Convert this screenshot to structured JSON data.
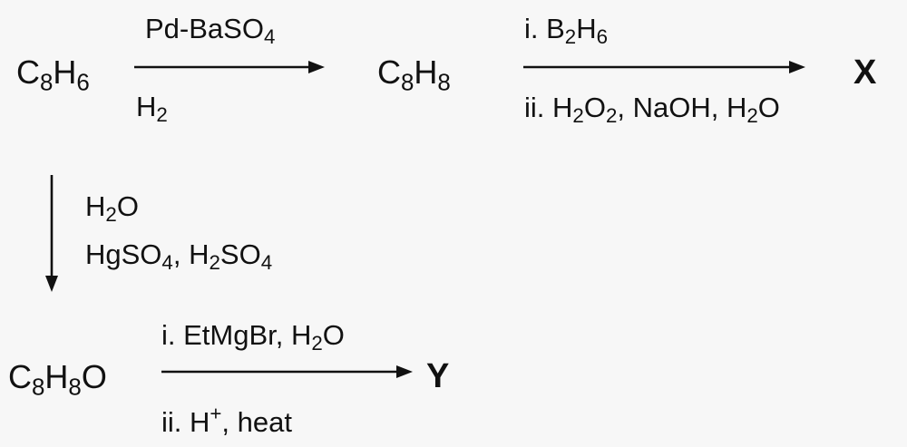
{
  "compounds": {
    "start": [
      "C",
      "8",
      "H",
      "6"
    ],
    "alkene": [
      "C",
      "8",
      "H",
      "8"
    ],
    "ketone": [
      "C",
      "8",
      "H",
      "8",
      "O"
    ],
    "product_x": "X",
    "product_y": "Y"
  },
  "step1": {
    "above": [
      "Pd-BaSO",
      "4"
    ],
    "below": [
      "H",
      "2"
    ]
  },
  "step2": {
    "above": [
      "i. B",
      "2",
      "H",
      "6"
    ],
    "below": [
      "ii. H",
      "2",
      "O",
      "2",
      ", NaOH, H",
      "2",
      "O"
    ]
  },
  "step3": {
    "line1": [
      "H",
      "2",
      "O"
    ],
    "line2": [
      "HgSO",
      "4",
      ", H",
      "2",
      "SO",
      "4"
    ]
  },
  "step4": {
    "above": [
      "i. EtMgBr, H",
      "2",
      "O"
    ],
    "below": [
      "ii. H",
      "+",
      ", heat"
    ]
  },
  "colors": {
    "ink": "#111111",
    "background": "#f7f7f7"
  }
}
